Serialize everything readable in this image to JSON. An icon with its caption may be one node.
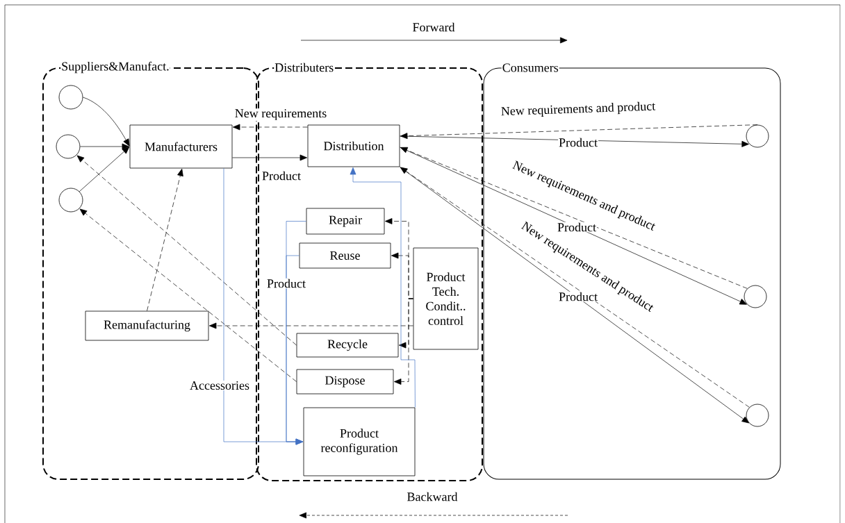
{
  "diagram": {
    "nodes": [
      {
        "text": [
          "Suppliers&Manufact."
        ]
      },
      {
        "text": [
          "Distributers"
        ]
      },
      {
        "text": [
          "Consumers"
        ]
      },
      {
        "text": [],
        "shape": "circle",
        "in": 0
      },
      {
        "text": [],
        "shape": "circle",
        "in": 0
      },
      {
        "text": [],
        "shape": "circle",
        "in": 0
      },
      {
        "text": [
          "Manufacturers"
        ],
        "in": 0
      },
      {
        "text": [
          "Remanufacturing"
        ],
        "in": 0
      },
      {
        "text": [
          "Distribution"
        ],
        "in": 1
      },
      {
        "text": [
          "Repair"
        ],
        "in": 1
      },
      {
        "text": [
          "Reuse"
        ],
        "in": 1
      },
      {
        "text": [
          "Product Tech. Condit.. control"
        ],
        "in": 1
      },
      {
        "text": [
          "Recycle"
        ],
        "in": 1
      },
      {
        "text": [
          "Dispose"
        ],
        "in": 1
      },
      {
        "text": [
          "Product reconfiguration"
        ],
        "in": 1
      },
      {
        "text": [],
        "shape": "circle",
        "in": 2
      },
      {
        "text": [],
        "shape": "circle",
        "in": 2
      },
      {
        "text": [],
        "shape": "circle",
        "in": 2
      }
    ],
    "edges": [
      {
        "from": 3,
        "to": 6,
        "arrow": "to"
      },
      {
        "from": 4,
        "to": 6,
        "arrow": "to"
      },
      {
        "from": 5,
        "to": 6,
        "arrow": "to"
      },
      {
        "from": 8,
        "to": 6,
        "arrow": "to",
        "style": "dashed",
        "label": "New requirements"
      },
      {
        "from": 6,
        "to": 8,
        "arrow": "to",
        "label": "Product"
      },
      {
        "from": 15,
        "to": 8,
        "arrow": "to",
        "style": "dashed",
        "label": "New requirements and product"
      },
      {
        "from": 8,
        "to": 15,
        "arrow": "to",
        "label": "Product"
      },
      {
        "from": 16,
        "to": 8,
        "arrow": "to",
        "style": "dashed",
        "label": "New requirements and product"
      },
      {
        "from": 8,
        "to": 16,
        "arrow": "to",
        "label": "Product"
      },
      {
        "from": 17,
        "to": 8,
        "arrow": "to",
        "style": "dashed",
        "label": "New requirements and product"
      },
      {
        "from": 8,
        "to": 17,
        "arrow": "to",
        "label": "Product"
      },
      {
        "from": 7,
        "to": 6,
        "arrow": "to",
        "style": "dashed"
      },
      {
        "from": 12,
        "to": 4,
        "arrow": "to",
        "style": "dashed"
      },
      {
        "from": 13,
        "to": 5,
        "arrow": "to",
        "style": "dashed"
      },
      {
        "from": 11,
        "to": 7,
        "arrow": "to",
        "style": "dashed"
      },
      {
        "from": 11,
        "to": 9,
        "arrow": "to",
        "style": "dashed"
      },
      {
        "from": 11,
        "to": 10,
        "arrow": "to",
        "style": "dashed"
      },
      {
        "from": 11,
        "to": 12,
        "arrow": "to",
        "style": "dashed"
      },
      {
        "from": 11,
        "to": 13,
        "arrow": "to",
        "style": "dashed"
      },
      {
        "from": 14,
        "to": 8,
        "arrow": "to",
        "color": "#4472c4"
      },
      {
        "from": 6,
        "to": 14,
        "arrow": "to",
        "color": "#4472c4",
        "label": "Accessories"
      },
      {
        "from": 9,
        "to": 14,
        "arrow": "to",
        "color": "#4472c4",
        "label": "Product"
      },
      {
        "from": 10,
        "to": 14,
        "arrow": "to",
        "color": "#4472c4"
      }
    ],
    "labels": [
      "Forward",
      "Backward"
    ]
  }
}
